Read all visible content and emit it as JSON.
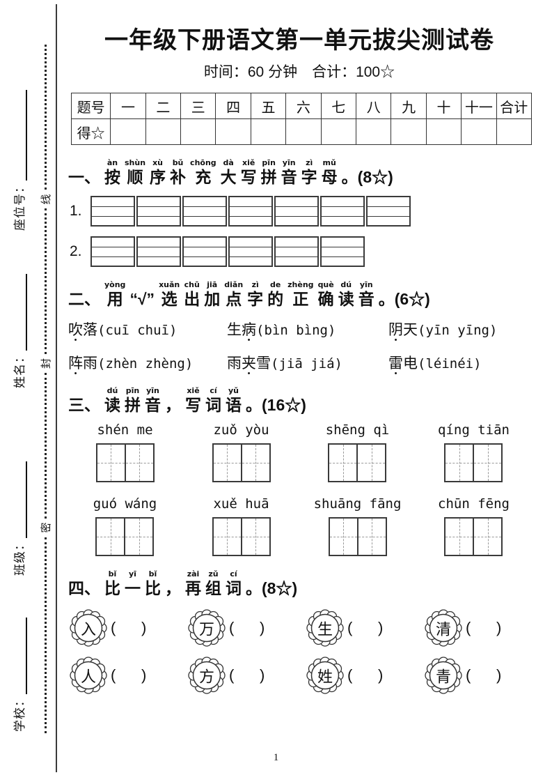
{
  "meta": {
    "title": "一年级下册语文第一单元拔尖测试卷",
    "subtitle": "时间：60 分钟　合计：100☆",
    "page_number": "1"
  },
  "sidebar": {
    "fields": [
      "学校：",
      "班级：",
      "姓名：",
      "座位号："
    ],
    "seal_chars": [
      "密",
      "封",
      "线"
    ]
  },
  "score_table": {
    "headers": [
      "题号",
      "一",
      "二",
      "三",
      "四",
      "五",
      "六",
      "七",
      "八",
      "九",
      "十",
      "十一",
      "合计"
    ],
    "score_label": "得☆"
  },
  "section1": {
    "heading": [
      {
        "c": "一、"
      },
      {
        "c": "按",
        "p": "àn"
      },
      {
        "c": "顺",
        "p": "shùn"
      },
      {
        "c": "序",
        "p": "xù"
      },
      {
        "c": "补",
        "p": "bǔ"
      },
      {
        "c": "充",
        "p": "chōng"
      },
      {
        "c": "大",
        "p": "dà"
      },
      {
        "c": "写",
        "p": "xiě"
      },
      {
        "c": "拼",
        "p": "pīn"
      },
      {
        "c": "音",
        "p": "yīn"
      },
      {
        "c": "字",
        "p": "zì"
      },
      {
        "c": "母",
        "p": "mǔ"
      },
      {
        "c": "。(8☆)"
      }
    ],
    "rows": [
      {
        "label": "1.",
        "box_count": 7
      },
      {
        "label": "2.",
        "box_count": 6
      }
    ]
  },
  "section2": {
    "heading": [
      {
        "c": "二、"
      },
      {
        "c": "用",
        "p": "yòng"
      },
      {
        "c": "“√”"
      },
      {
        "c": "选",
        "p": "xuǎn"
      },
      {
        "c": "出",
        "p": "chū"
      },
      {
        "c": "加",
        "p": "jiā"
      },
      {
        "c": "点",
        "p": "diǎn"
      },
      {
        "c": "字",
        "p": "zì"
      },
      {
        "c": "的",
        "p": "de"
      },
      {
        "c": "正",
        "p": "zhèng"
      },
      {
        "c": "确",
        "p": "què"
      },
      {
        "c": "读",
        "p": "dú"
      },
      {
        "c": "音",
        "p": "yīn"
      },
      {
        "c": "。(6☆)"
      }
    ],
    "items": [
      {
        "word": "吹落",
        "dot_index": 0,
        "reading": "(cuī chuī)"
      },
      {
        "word": "生病",
        "dot_index": 1,
        "reading": "(bìn bìng)"
      },
      {
        "word": "阴天",
        "dot_index": 0,
        "reading": "(yīn yīng)"
      },
      {
        "word": "阵雨",
        "dot_index": 0,
        "reading": "(zhèn zhèng)"
      },
      {
        "word": "雨夹雪",
        "dot_index": 1,
        "reading": "(jiā jiá)"
      },
      {
        "word": "雷电",
        "dot_index": 0,
        "reading": "(léinéi)"
      }
    ]
  },
  "section3": {
    "heading": [
      {
        "c": "三、"
      },
      {
        "c": "读",
        "p": "dú"
      },
      {
        "c": "拼",
        "p": "pīn"
      },
      {
        "c": "音",
        "p": "yīn"
      },
      {
        "c": "，"
      },
      {
        "c": "写",
        "p": "xiě"
      },
      {
        "c": "词",
        "p": "cí"
      },
      {
        "c": "语",
        "p": "yǔ"
      },
      {
        "c": "。(16☆)"
      }
    ],
    "words": [
      "shén me",
      "zuǒ yòu",
      "shēng qì",
      "qíng tiān",
      "guó wáng",
      "xuě huā",
      "shuāng fāng",
      "chūn fēng"
    ],
    "cells_per_word": 2
  },
  "section4": {
    "heading": [
      {
        "c": "四、"
      },
      {
        "c": "比",
        "p": "bǐ"
      },
      {
        "c": "一",
        "p": "yī"
      },
      {
        "c": "比",
        "p": "bǐ"
      },
      {
        "c": "，"
      },
      {
        "c": "再",
        "p": "zài"
      },
      {
        "c": "组",
        "p": "zǔ"
      },
      {
        "c": "词",
        "p": "cí"
      },
      {
        "c": "。(8☆)"
      }
    ],
    "chars": [
      "入",
      "万",
      "生",
      "清",
      "人",
      "方",
      "姓",
      "青"
    ],
    "blank": "(      )"
  }
}
